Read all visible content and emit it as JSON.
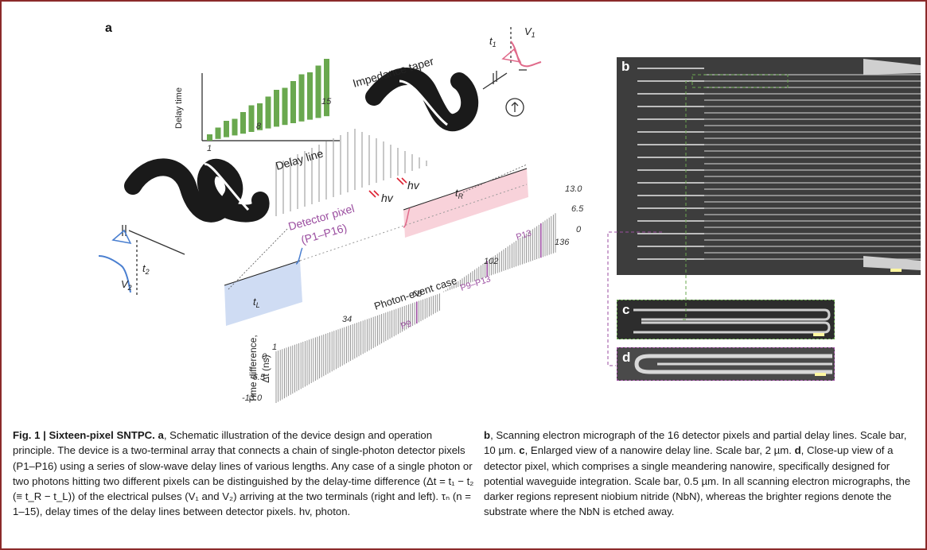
{
  "figure": {
    "panel_labels": {
      "a": "a",
      "b": "b",
      "c": "c",
      "d": "d"
    },
    "panel_a": {
      "impedance_taper": "Impedance taper",
      "delay_line": "Delay line",
      "detector_pixel": "Detector pixel",
      "detector_range": "(P1–P16)",
      "hv1": "hv",
      "hv2": "hv",
      "delay_axis": "Delay time",
      "delay_tick_1": "1",
      "delay_tick_8": "8",
      "delay_tick_15": "15",
      "t1": "t",
      "t1_sub": "1",
      "v1": "V",
      "v1_sub": "1",
      "t2": "t",
      "t2_sub": "2",
      "v2": "V",
      "v2_sub": "2",
      "tR": "t",
      "tR_sub": "R",
      "tL": "t",
      "tL_sub": "L",
      "photon_event_case": "Photon-event case",
      "y_axis_line1": "Time difference,",
      "y_axis_line2": "Δt (ns)",
      "ticks_left": [
        "0",
        "-6.5",
        "-13.0"
      ],
      "ticks_right": [
        "13.0",
        "6.5",
        "0"
      ],
      "case_ticks": [
        "1",
        "34",
        "68",
        "102",
        "136"
      ],
      "p9": "P9",
      "p9_p13": "P9–P13",
      "p13": "P13"
    },
    "colors": {
      "green": "#6aa84f",
      "pink": "#e06a8a",
      "blue": "#4a7fd0",
      "purple": "#9b4ea0",
      "red_border": "#8b2a2a"
    }
  },
  "caption": {
    "fig_label": "Fig. 1 | Sixteen-pixel SNTPC.",
    "a_bold": "a",
    "a_text": ", Schematic illustration of the device design and operation principle. The device is a two-terminal array that connects a chain of single-photon detector pixels (P1–P16) using a series of slow-wave delay lines of various lengths. Any case of a single photon or two photons hitting two different pixels can be distinguished by the delay-time difference (Δt = t₁ − t₂ (≡ t_R − t_L)) of the electrical pulses (V₁ and V₂) arriving at the two terminals (right and left). τₙ (n = 1–15), delay times of the delay lines between detector pixels. hv, photon.",
    "b_bold": "b",
    "b_text": ", Scanning electron micrograph of the 16 detector pixels and partial delay lines. Scale bar, 10 µm.",
    "c_bold": "c",
    "c_text": ", Enlarged view of a nanowire delay line. Scale bar, 2 µm.",
    "d_bold": "d",
    "d_text": ", Close-up view of a detector pixel, which comprises a single meandering nanowire, specifically designed for potential waveguide integration. Scale bar, 0.5 µm. In all scanning electron micrographs, the darker regions represent niobium nitride (NbN), whereas the brighter regions denote the substrate where the NbN is etched away."
  }
}
